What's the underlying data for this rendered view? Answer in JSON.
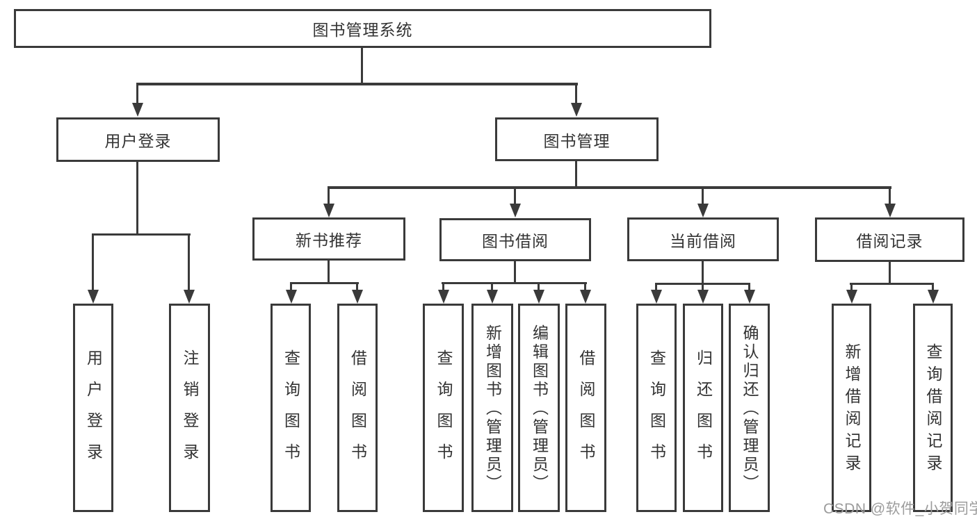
{
  "diagram": {
    "root": {
      "label": "图书管理系统"
    },
    "branches": [
      {
        "label": "用户登录",
        "children": [
          {
            "label": "用户登录"
          },
          {
            "label": "注销登录"
          }
        ]
      },
      {
        "label": "图书管理",
        "children": [
          {
            "label": "新书推荐",
            "children": [
              {
                "label": "查询图书"
              },
              {
                "label": "借阅图书"
              }
            ]
          },
          {
            "label": "图书借阅",
            "children": [
              {
                "label": "查询图书"
              },
              {
                "label": "新增图书（管理员）"
              },
              {
                "label": "编辑图书（管理员）"
              },
              {
                "label": "借阅图书"
              }
            ]
          },
          {
            "label": "当前借阅",
            "children": [
              {
                "label": "查询图书"
              },
              {
                "label": "归还图书"
              },
              {
                "label": "确认归还（管理员）"
              }
            ]
          },
          {
            "label": "借阅记录",
            "children": [
              {
                "label": "新增借阅记录"
              },
              {
                "label": "查询借阅记录"
              }
            ]
          }
        ]
      }
    ]
  },
  "watermark": {
    "text": "CSDN @软件_小贺同学"
  },
  "colors": {
    "line": "#3a3a3a",
    "text": "#333333",
    "background": "#ffffff",
    "watermark": "#9c9c9c"
  }
}
